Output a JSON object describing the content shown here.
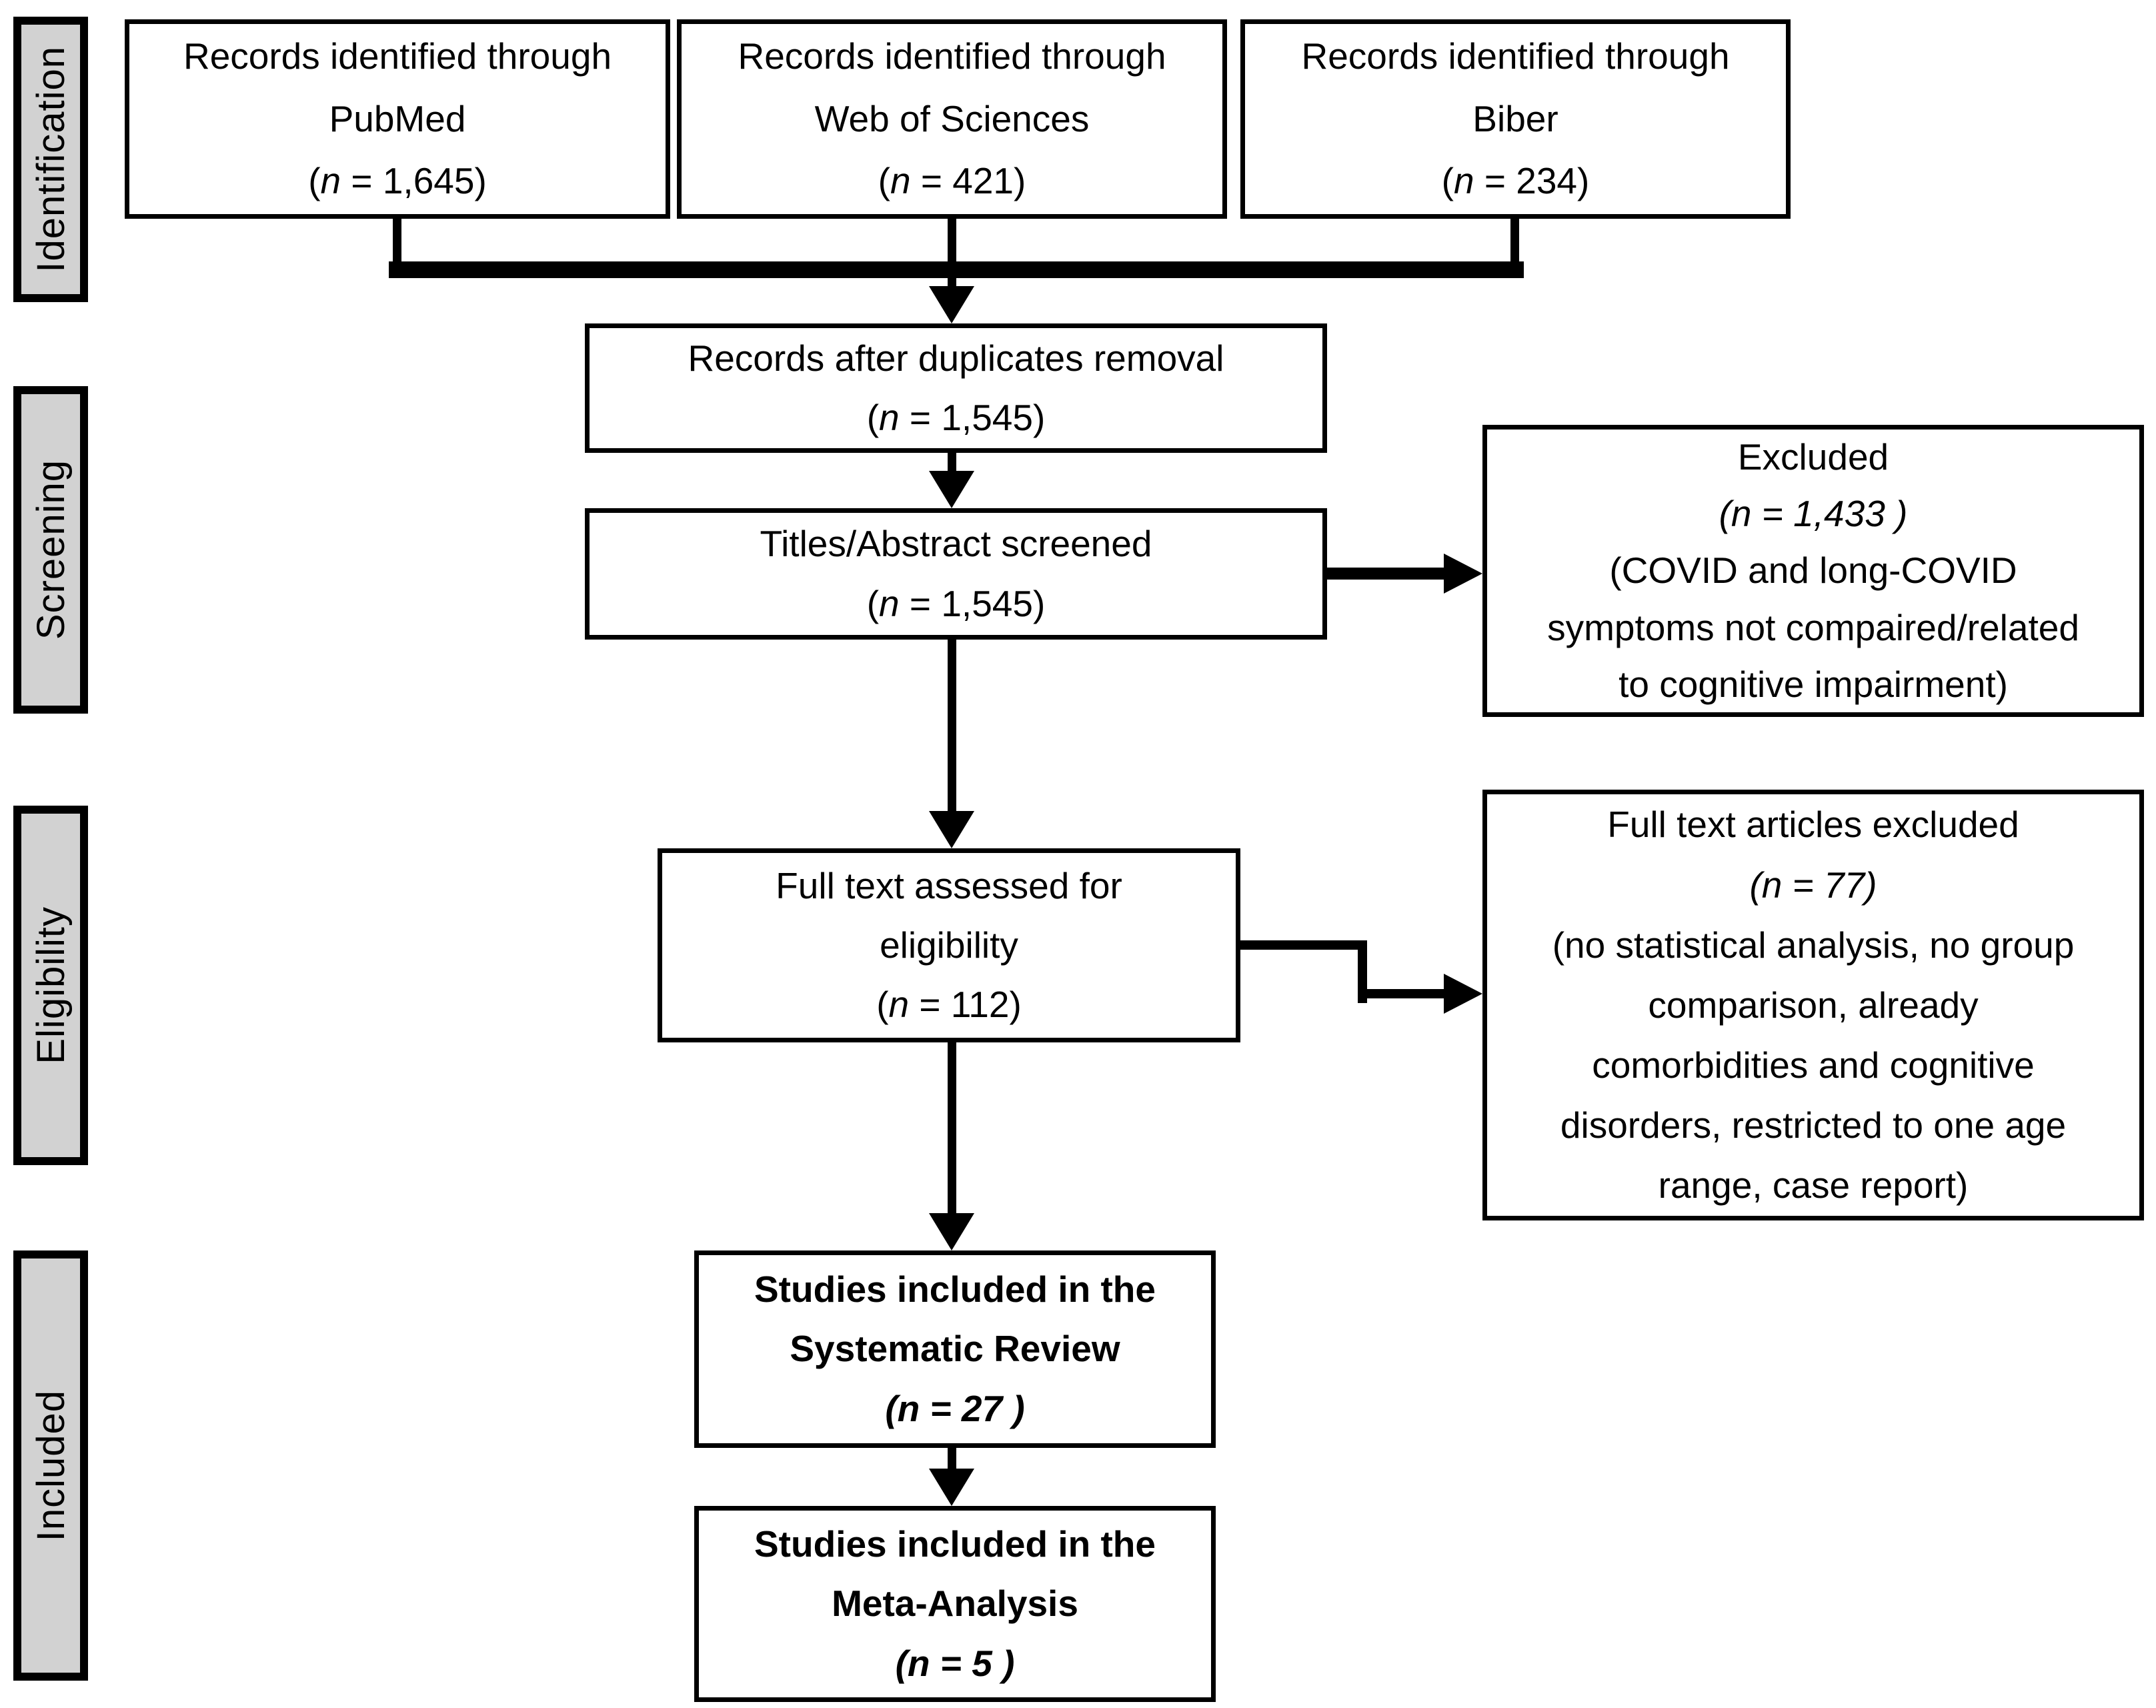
{
  "diagram": {
    "stages": [
      {
        "label": "Identification"
      },
      {
        "label": "Screening"
      },
      {
        "label": "Eligibility"
      },
      {
        "label": "Included"
      }
    ],
    "boxes": {
      "pubmed": {
        "lines": [
          "Records identified through",
          "PubMed"
        ],
        "n_pre": "(",
        "n_var": "n",
        "n_post": " = 1,645)"
      },
      "wos": {
        "lines": [
          "Records identified through",
          "Web of Sciences"
        ],
        "n_pre": "(",
        "n_var": "n",
        "n_post": " = 421)"
      },
      "biber": {
        "lines": [
          "Records identified through",
          "Biber"
        ],
        "n_pre": "(",
        "n_var": "n",
        "n_post": " = 234)"
      },
      "duplicates": {
        "lines": [
          "Records after duplicates removal"
        ],
        "n_pre": "(",
        "n_var": "n",
        "n_post": " = 1,545)"
      },
      "screened": {
        "lines": [
          "Titles/Abstract screened"
        ],
        "n_pre": "(",
        "n_var": "n",
        "n_post": " = 1,545)"
      },
      "excluded": {
        "lines": [
          "Excluded"
        ],
        "n_italic": "(n = 1,433 )",
        "reason_lines": [
          "(COVID and long-COVID",
          "symptoms not compaired/related",
          "to cognitive impairment)"
        ]
      },
      "fulltext": {
        "lines": [
          "Full text assessed for",
          "eligibility"
        ],
        "n_pre": "(",
        "n_var": "n",
        "n_post": " = 112)"
      },
      "ft_excluded": {
        "lines": [
          "Full text articles excluded"
        ],
        "n_italic": "(n = 77)",
        "reason_lines": [
          "(no statistical analysis, no group",
          "comparison, already",
          "comorbidities and cognitive",
          "disorders, restricted to one age",
          "range, case report)"
        ]
      },
      "sysrev": {
        "lines": [
          "Studies included in the",
          "Systematic Review"
        ],
        "n_italic": "(n = 27 )"
      },
      "meta": {
        "lines": [
          "Studies included in the",
          "Meta-Analysis"
        ],
        "n_italic": "(n = 5 )"
      }
    }
  }
}
